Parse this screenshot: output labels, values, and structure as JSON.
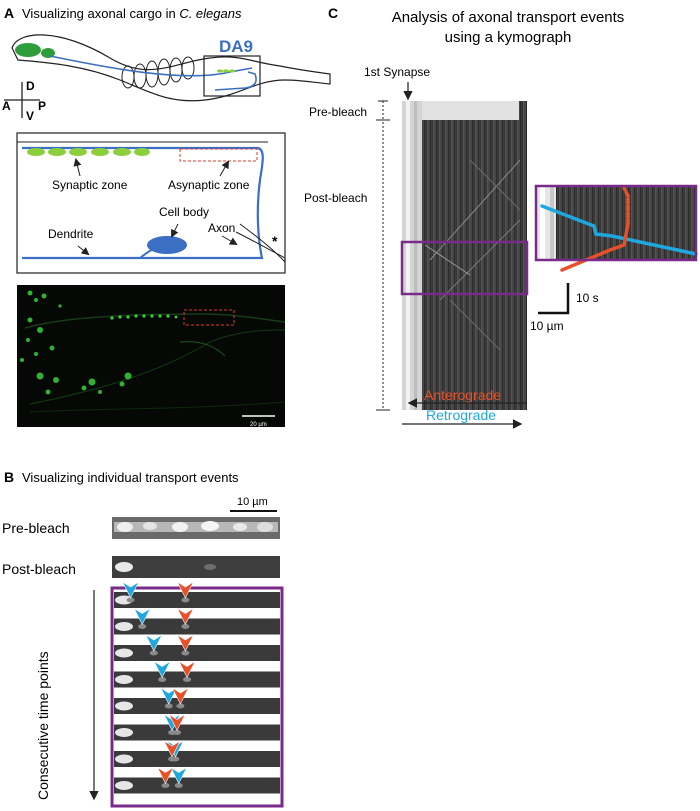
{
  "panel_a": {
    "letter": "A",
    "title_prefix": "Visualizing axonal cargo in ",
    "title_species": "C. elegans",
    "neuron": "DA9",
    "axes": {
      "dorsal": "D",
      "ventral": "V",
      "anterior": "A",
      "posterior": "P"
    },
    "labels": {
      "synaptic_zone": "Synaptic zone",
      "asynaptic_zone": "Asynaptic zone",
      "cell_body": "Cell body",
      "axon": "Axon",
      "dendrite": "Dendrite",
      "star": "*"
    },
    "scale_bar": "20 µm",
    "colors": {
      "neuron": "#3a6fc4",
      "synapse": "#8ccf3c",
      "box": "#e03a2a",
      "worm_head": "#2e9e3a"
    }
  },
  "panel_b": {
    "letter": "B",
    "title": "Visualizing individual transport events",
    "scale_bar": "10 µm",
    "pre_bleach": "Pre-bleach",
    "post_bleach": "Post-bleach",
    "time_axis": "Consecutive time points",
    "frames": [
      {
        "retro": 0.1,
        "antero": 0.43
      },
      {
        "retro": 0.17,
        "antero": 0.43
      },
      {
        "retro": 0.24,
        "antero": 0.43
      },
      {
        "retro": 0.29,
        "antero": 0.44
      },
      {
        "retro": 0.33,
        "antero": 0.4
      },
      {
        "retro": 0.35,
        "antero": 0.38
      },
      {
        "retro": 0.37,
        "antero": 0.35
      },
      {
        "retro": 0.39,
        "antero": 0.31
      }
    ],
    "colors": {
      "retro": "#1fa8e0",
      "antero": "#e8502a",
      "frame": "#7a2a8a"
    }
  },
  "panel_c": {
    "letter": "C",
    "title_line1": "Analysis of axonal transport events",
    "title_line2": "using a kymograph",
    "first_synapse": "1st Synapse",
    "pre_bleach": "Pre-bleach",
    "post_bleach": "Post-bleach",
    "time_scale": "10 s",
    "space_scale": "10 µm",
    "anterograde": "Anterograde",
    "retrograde": "Retrograde",
    "colors": {
      "antero": "#e8502a",
      "retro": "#1fa8e0",
      "box": "#7a2a8a"
    }
  }
}
